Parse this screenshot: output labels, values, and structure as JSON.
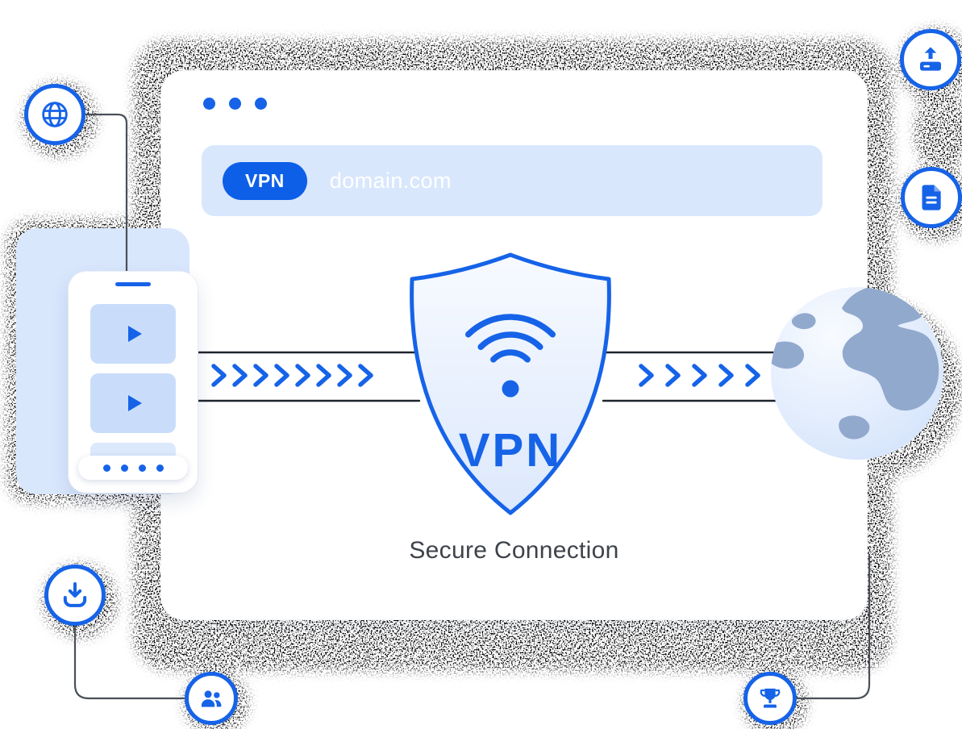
{
  "browser_window": {
    "window_dots_count": 3,
    "address_bar": {
      "badge": "VPN",
      "url": "domain.com"
    }
  },
  "shield": {
    "label": "VPN",
    "icon": "wifi-icon"
  },
  "caption": "Secure Connection",
  "device": {
    "icon": "smartphone-illustration",
    "video_tiles": 2,
    "pager_dots": 4
  },
  "globe": {
    "icon": "internet-globe"
  },
  "floating_icons": [
    {
      "name": "globe-icon",
      "position": "top-left"
    },
    {
      "name": "upload-box-icon",
      "position": "top-right"
    },
    {
      "name": "document-icon",
      "position": "right"
    },
    {
      "name": "download-icon",
      "position": "bottom-left"
    },
    {
      "name": "team-icon",
      "position": "bottom-center-left"
    },
    {
      "name": "trophy-icon",
      "position": "bottom-right"
    }
  ],
  "colors": {
    "primary_blue": "#1663E8",
    "pill_blue": "#0D5FE8",
    "light_blue": "#D9E7FD",
    "tile_blue": "#C9DDFA",
    "land_gray_blue": "#92A9CE",
    "text_dark": "#3E434A",
    "noise_dark": "#14171C"
  }
}
